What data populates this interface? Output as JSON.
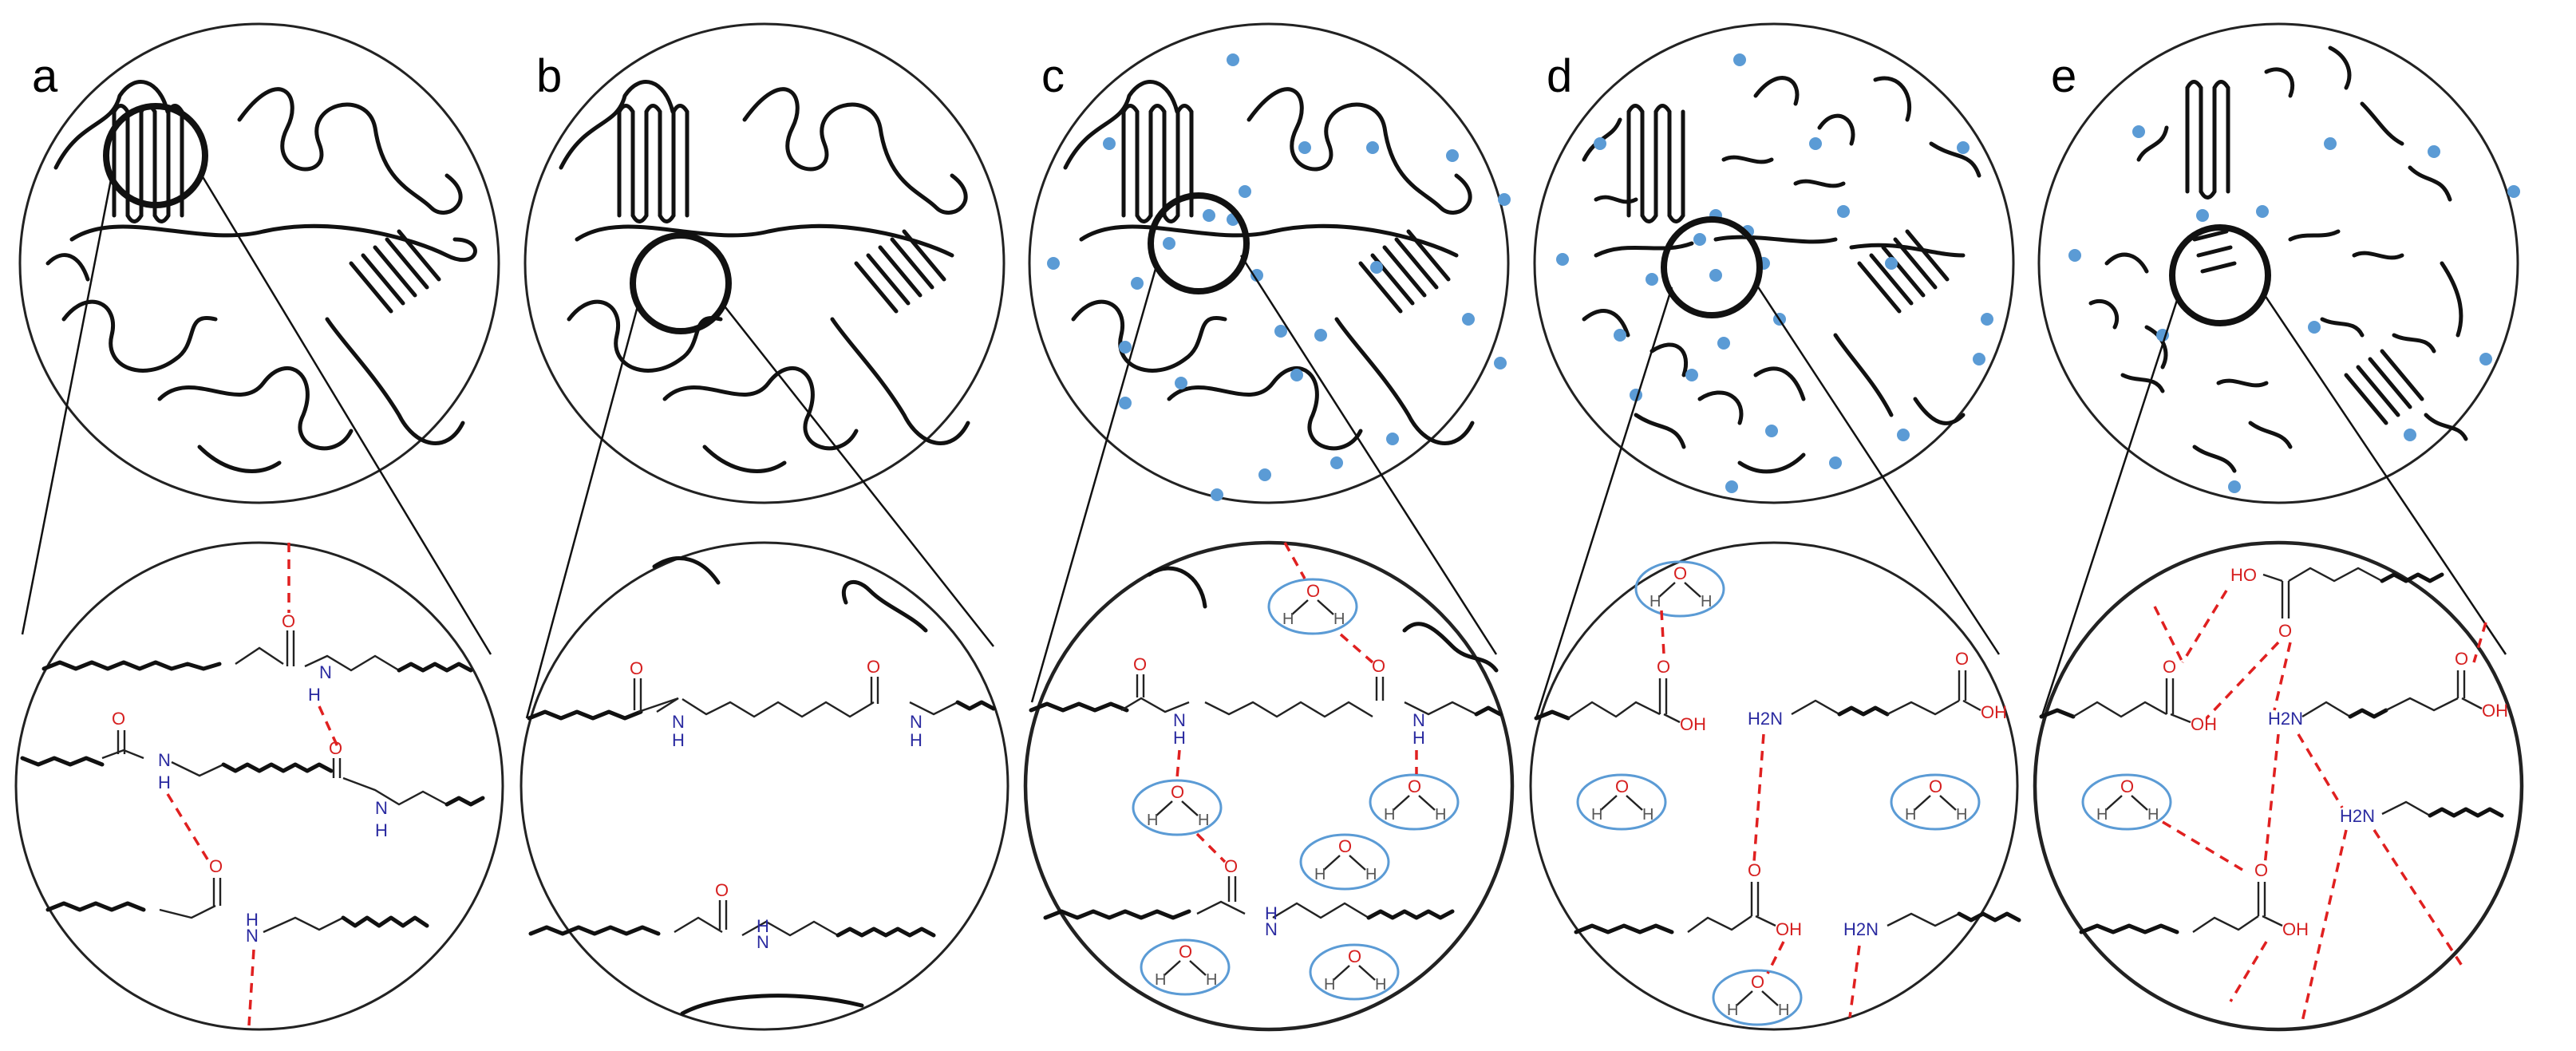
{
  "panels": [
    {
      "letter": "a"
    },
    {
      "letter": "b"
    },
    {
      "letter": "c"
    },
    {
      "letter": "d"
    },
    {
      "letter": "e"
    }
  ],
  "atoms": {
    "oxygen": "O",
    "nitrogen_h": "H",
    "nitrogen": "N",
    "hydroxyl": "OH",
    "amine": "H2N",
    "water_h": "H",
    "water_o": "O",
    "carboxyl_ho": "HO"
  },
  "colors": {
    "chain": "#111111",
    "hydrogen_bond": "#e02020",
    "oxygen": "#d62020",
    "nitrogen": "#2a2aa0",
    "water_dot": "#5b9bd5",
    "water_ellipse": "#5b9bd5"
  }
}
